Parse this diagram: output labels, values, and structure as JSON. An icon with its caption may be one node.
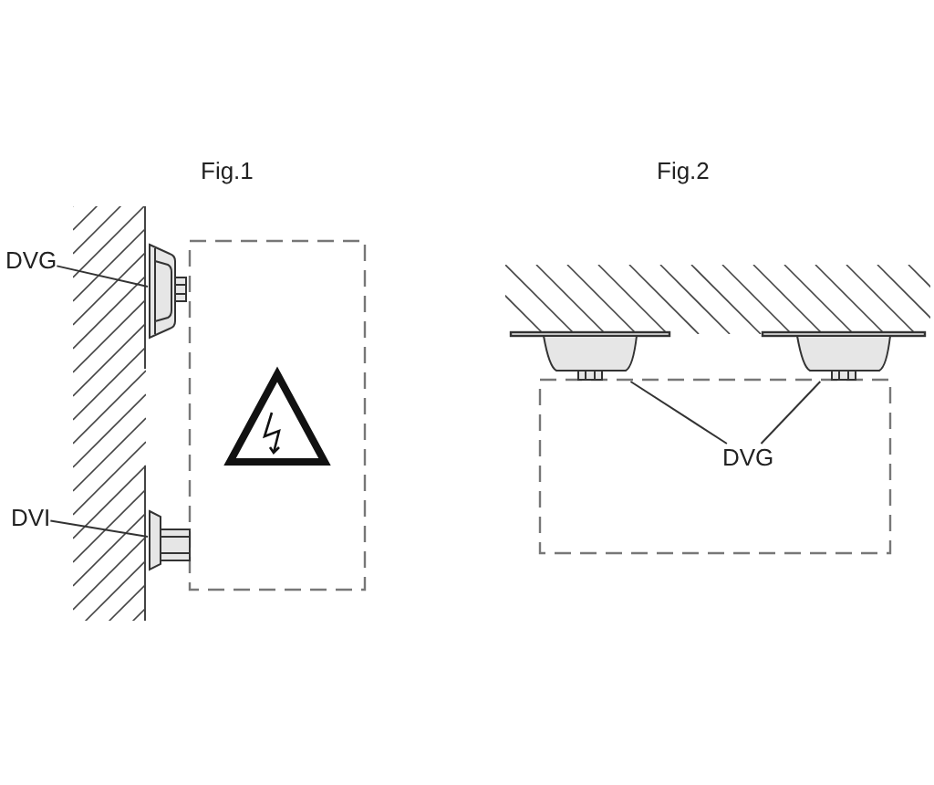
{
  "diagram": {
    "nodes": [
      {
        "text": [
          "DVG"
        ]
      },
      {
        "text": [],
        "shape": "picture"
      },
      {
        "text": [
          "DVI"
        ]
      },
      {
        "text": [],
        "shape": "picture"
      },
      {
        "text": [
          "DVG"
        ]
      },
      {
        "text": [],
        "shape": "picture"
      },
      {
        "text": [],
        "shape": "picture"
      }
    ],
    "edges": [
      {
        "from": 0,
        "to": 1,
        "arrow": "none"
      },
      {
        "from": 2,
        "to": 3,
        "arrow": "none"
      },
      {
        "from": 4,
        "to": 5,
        "arrow": "none"
      },
      {
        "from": 4,
        "to": 6,
        "arrow": "none"
      }
    ],
    "labels": [
      "Fig.1",
      "Fig.2"
    ]
  }
}
